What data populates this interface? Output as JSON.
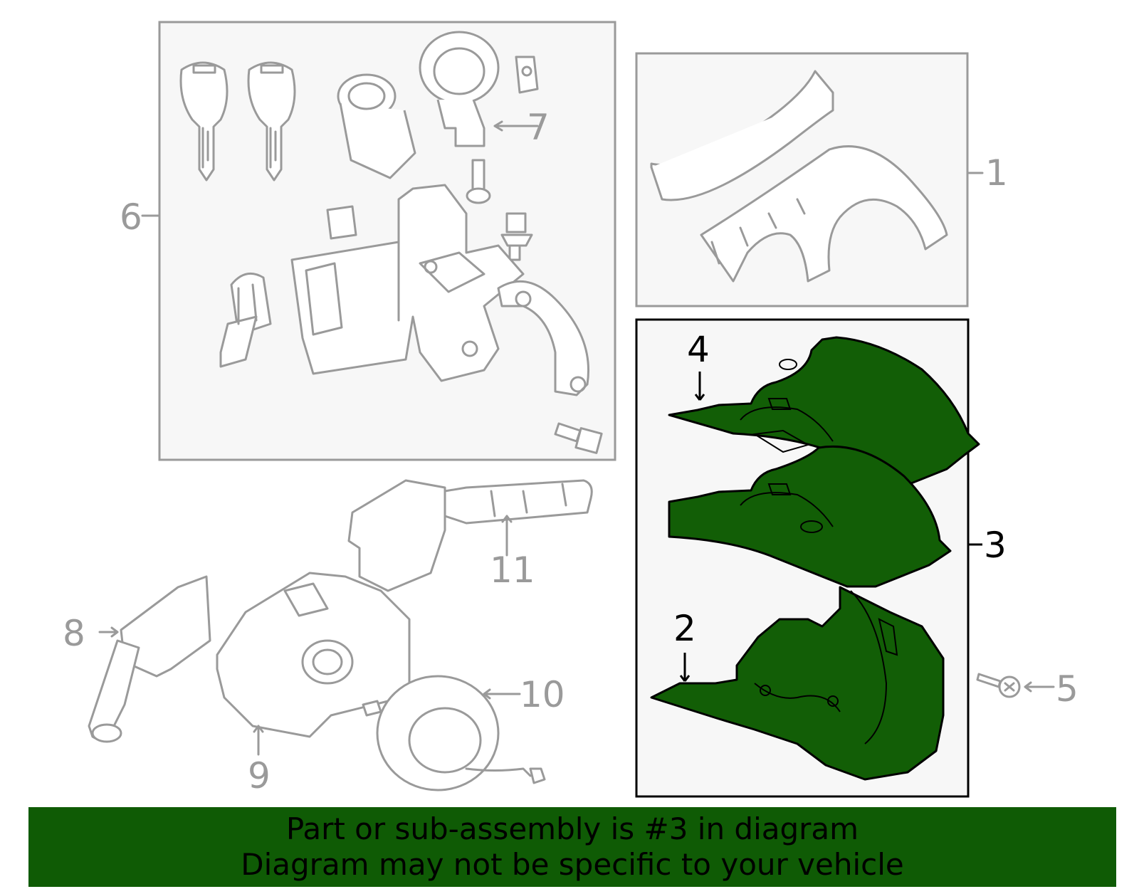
{
  "diagram": {
    "callouts": {
      "c1": "1",
      "c2": "2",
      "c3": "3",
      "c4": "4",
      "c5": "5",
      "c6": "6",
      "c7": "7",
      "c8": "8",
      "c9": "9",
      "c10": "10",
      "c11": "11"
    },
    "highlighted_part": "3",
    "colors": {
      "highlight": "#125e06",
      "gray_parts": "#9a9a9a",
      "box_bg": "#f7f7f7",
      "footer_bg": "#0f5b05"
    }
  },
  "footer": {
    "line1": "Part or sub-assembly is #3 in diagram",
    "line2": "Diagram may not be specific to your vehicle"
  }
}
